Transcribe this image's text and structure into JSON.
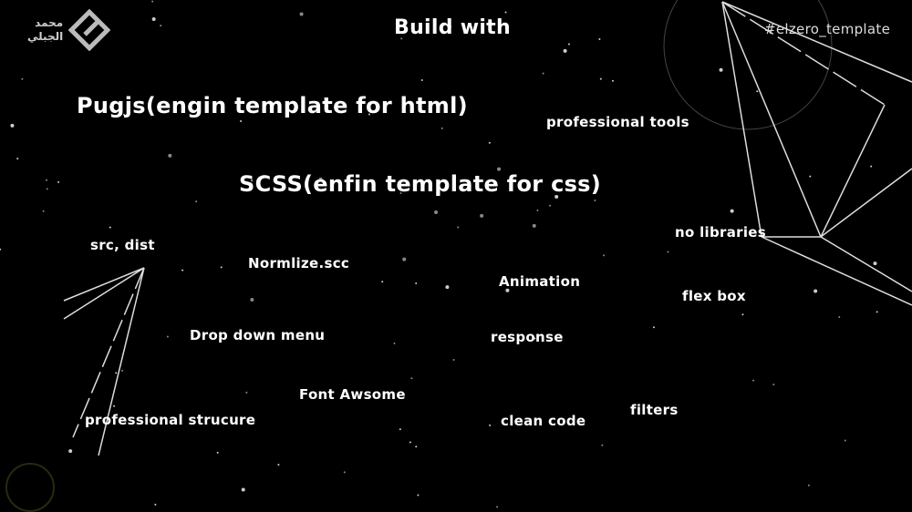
{
  "logo": {
    "line1": "محمد",
    "line2": "الجبلي"
  },
  "title": "Build with",
  "hashtag": "#elzero_template",
  "items": {
    "pug": "Pugjs(engin template for html)",
    "scss": "SCSS(enfin template for css)",
    "tools": "professional tools",
    "src": "src, dist",
    "normalize": "Normlize.scc",
    "nolib": "no libraries",
    "animation": "Animation",
    "flex": "flex box",
    "dropdown": "Drop down menu",
    "response": "response",
    "fontawesome": "Font Awsome",
    "structure": "professional strucure",
    "clean": "clean code",
    "filters": "filters"
  }
}
